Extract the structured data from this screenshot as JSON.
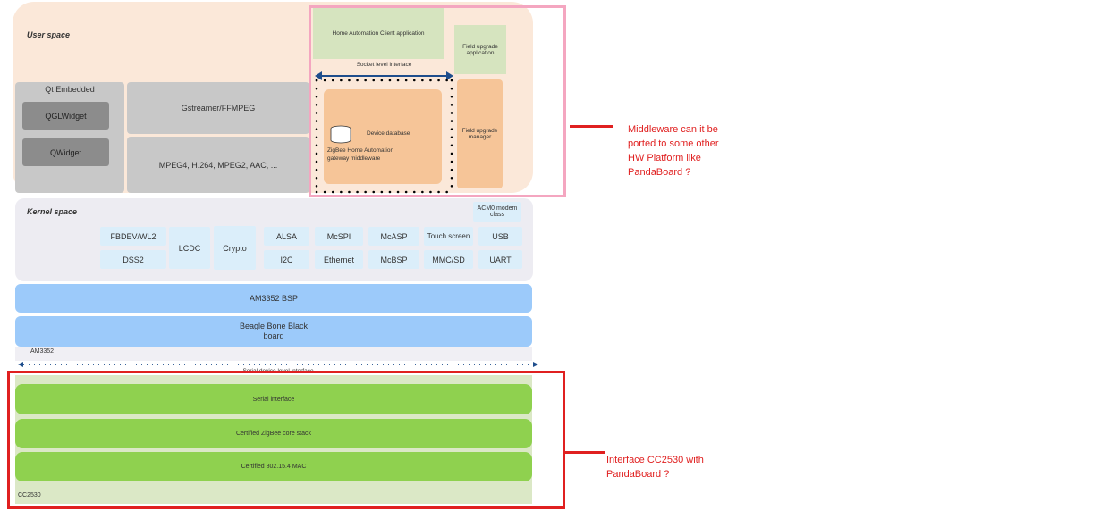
{
  "user_space": {
    "title": "User space",
    "qt": {
      "title": "Qt Embedded",
      "qglwidget": "QGLWidget",
      "qwidget": "QWidget"
    },
    "gstreamer": "Gstreamer/FFMPEG",
    "codecs": "MPEG4, H.264, MPEG2, AAC, ...",
    "client_app": "Home Automation Client application",
    "field_upgrade_app": "Field upgrade application",
    "socket_interface": "Socket level interface",
    "device_database": "Device database",
    "middleware": "ZigBee Home Automation gateway middleware",
    "field_upgrade_manager": "Field upgrade manager"
  },
  "kernel_space": {
    "title": "Kernel space",
    "acm0": "ACM0 modem class",
    "fbdev": "FBDEV/WL2",
    "dss2": "DSS2",
    "lcdc": "LCDC",
    "crypto": "Crypto",
    "alsa": "ALSA",
    "i2c": "I2C",
    "mcspi": "McSPI",
    "ethernet": "Ethernet",
    "mcasp": "McASP",
    "mcbsp": "McBSP",
    "touch": "Touch screen",
    "mmc": "MMC/SD",
    "usb": "USB",
    "uart": "UART"
  },
  "bsp": "AM3352 BSP",
  "board": "Beagle Bone Black board",
  "am3352": "AM3352",
  "serial_device_interface": "Serial device level interface",
  "cc2530": {
    "serial": "Serial interface",
    "zigbee_core": "Certified ZigBee core stack",
    "mac": "Certified 802.15.4 MAC",
    "label": "CC2530"
  },
  "annotations": {
    "middleware_question": [
      "Middleware can it be",
      "ported to some other",
      "HW Platform like",
      "PandaBoard ?"
    ],
    "interface_question": [
      "Interface CC2530 with",
      "PandaBoard ?"
    ]
  },
  "colors": {
    "highlight_pink": "#f4a6c0",
    "highlight_red": "#e02020",
    "arrow_blue": "#1f4e8c"
  }
}
